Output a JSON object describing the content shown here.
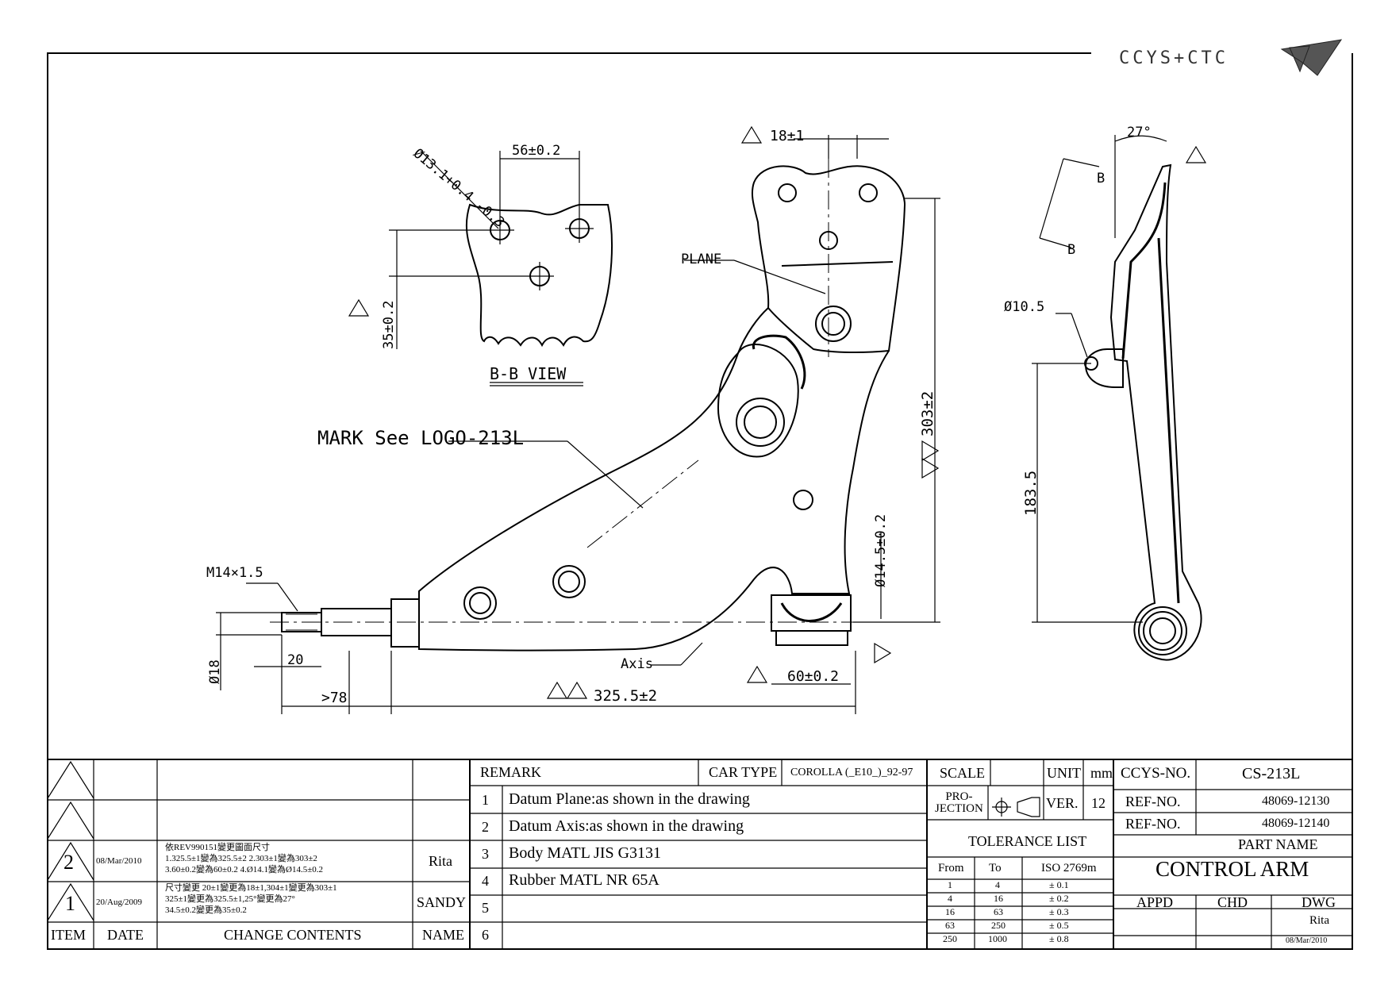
{
  "brand": {
    "logo_text": "CCYS+CTC"
  },
  "views": {
    "bb_view_label": "B-B VIEW",
    "mark_note": "MARK See LOGO-213L",
    "plane_label": "PLANE",
    "axis_label": "Axis",
    "section_label": "B"
  },
  "dimensions": {
    "hole_dia": "Ø13.1+0.4 -0.3",
    "bb_width": "56±0.2",
    "bb_height": "35±0.2",
    "top_width": "18±1",
    "overall_height": "303±2",
    "bush_dia": "Ø14.5±0.2",
    "thread": "M14×1.5",
    "stud_dia": "Ø18",
    "thread_len": "20",
    "stud_len": ">78",
    "overall_length": "325.5±2",
    "bush_width": "60±0.2",
    "angle": "27°",
    "ear_dia": "Ø10.5",
    "side_height": "183.5"
  },
  "revisions": {
    "header": {
      "item": "ITEM",
      "date": "DATE",
      "contents": "CHANGE CONTENTS",
      "name": "NAME"
    },
    "rows": [
      {
        "item": "",
        "date": "",
        "contents": "",
        "name": ""
      },
      {
        "item": "",
        "date": "",
        "contents": "",
        "name": ""
      },
      {
        "item": "2",
        "date": "08/Mar/2010",
        "contents_1": "依REV990151變更圖面尺寸",
        "contents_2": "1.325.5±1變為325.5±2  2.303±1變為303±2",
        "contents_3": "3.60±0.2變為60±0.2  4.Ø14.1變為Ø14.5±0.2",
        "name": "Rita"
      },
      {
        "item": "1",
        "date": "20/Aug/2009",
        "contents_1": "尺寸變更 20±1變更為18±1,304±1變更為303±1",
        "contents_2": "325±1變更為325.5±1,25°變更為27°",
        "contents_3": "34.5±0.2變更為35±0.2",
        "name": "SANDY"
      }
    ]
  },
  "remarks": {
    "header": "REMARK",
    "car_type_label": "CAR TYPE",
    "car_type": "COROLLA (_E10_)_92-97",
    "items": [
      {
        "no": "1",
        "text": "Datum Plane:as shown in the drawing"
      },
      {
        "no": "2",
        "text": "Datum Axis:as shown in the drawing"
      },
      {
        "no": "3",
        "text": "Body MATL JIS G3131"
      },
      {
        "no": "4",
        "text": "Rubber MATL NR 65A"
      },
      {
        "no": "5",
        "text": ""
      },
      {
        "no": "6",
        "text": ""
      }
    ]
  },
  "specs": {
    "scale_label": "SCALE",
    "scale_value": "",
    "unit_label": "UNIT",
    "unit_value": "mm",
    "projection_label": "PRO-\nJECTION",
    "ver_label": "VER.",
    "ver_value": "12",
    "tolerance_title": "TOLERANCE LIST",
    "tol_header": {
      "from": "From",
      "to": "To",
      "std": "ISO 2769m"
    },
    "tolerances": [
      {
        "from": "1",
        "to": "4",
        "tol": "± 0.1"
      },
      {
        "from": "4",
        "to": "16",
        "tol": "± 0.2"
      },
      {
        "from": "16",
        "to": "63",
        "tol": "± 0.3"
      },
      {
        "from": "63",
        "to": "250",
        "tol": "± 0.5"
      },
      {
        "from": "250",
        "to": "1000",
        "tol": "± 0.8"
      }
    ]
  },
  "part": {
    "ccys_no_label": "CCYS-NO.",
    "ccys_no": "CS-213L",
    "ref_label": "REF-NO.",
    "ref_1": "48069-12130",
    "ref_2": "48069-12140",
    "part_name_label": "PART NAME",
    "part_name": "CONTROL ARM",
    "appd_label": "APPD",
    "chd_label": "CHD",
    "dwg_label": "DWG",
    "appd": "",
    "chd": "",
    "dwg": "Rita",
    "dwg_date": "08/Mar/2010"
  }
}
